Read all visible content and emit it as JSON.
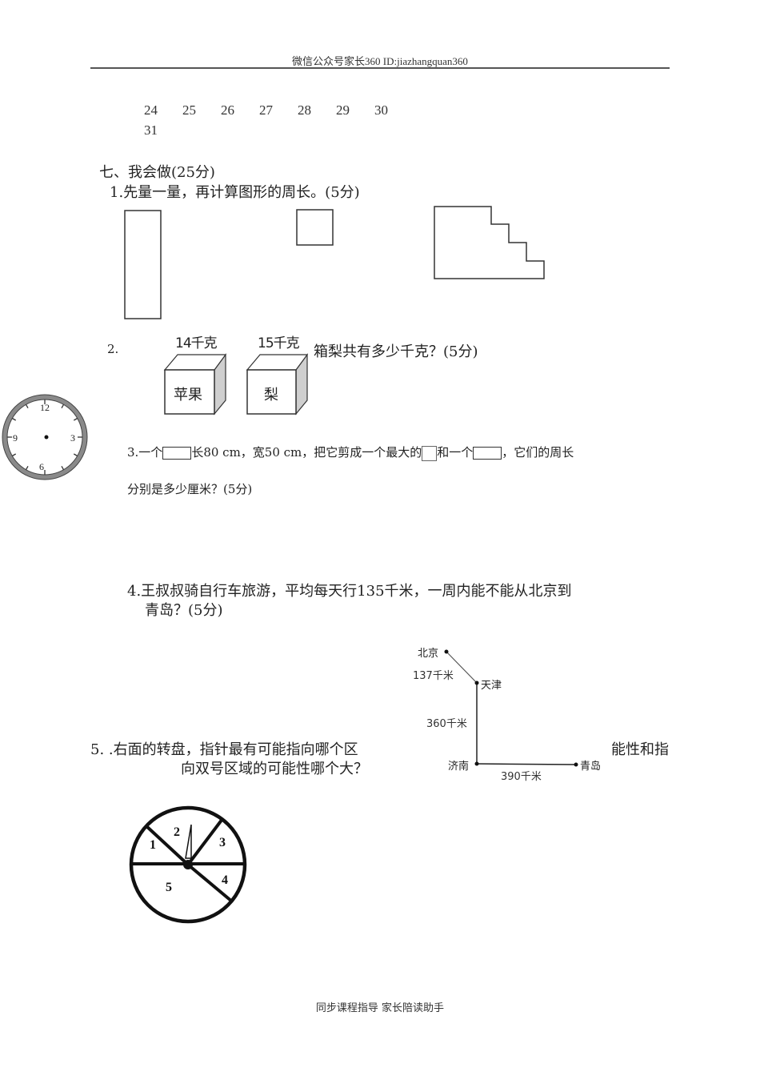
{
  "header": {
    "text": "微信公众号家长360 ID:jiazhangquan360"
  },
  "calendar_tail": {
    "row1": [
      "24",
      "25",
      "26",
      "27",
      "28",
      "29",
      "30"
    ],
    "row2": [
      "31"
    ]
  },
  "section": {
    "title": "七、我会做(25分)"
  },
  "q1": {
    "text": "1.先量一量，再计算图形的周长。(5分)",
    "shapes": [
      "tall-rectangle",
      "square",
      "staircase-polygon"
    ]
  },
  "q2": {
    "number": "2.",
    "boxes": [
      {
        "weight": "14千克",
        "label": "苹果"
      },
      {
        "weight": "15千克",
        "label": "梨"
      }
    ],
    "text": "箱梨共有多少千克？(5分)"
  },
  "clock": {
    "numerals": [
      "12",
      "3",
      "6",
      "9"
    ]
  },
  "q3": {
    "part1": "3.一个",
    "part2": "长80 cm，宽50 cm，把它剪成一个最大的",
    "part3": "和一个",
    "part4": "，它们的周长",
    "line2": "分别是多少厘米？(5分)"
  },
  "q4": {
    "line1": "4.王叔叔骑自行车旅游，平均每天行135千米，一周内能不能从北京到",
    "line2": "青岛？(5分)"
  },
  "map": {
    "cities": [
      "北京",
      "天津",
      "济南",
      "青岛"
    ],
    "distances": [
      "137千米",
      "360千米",
      "390千米"
    ]
  },
  "q5": {
    "line1_left": "5. .右面的转盘，指针最有可能指向哪个区",
    "line1_right": "能性和指",
    "line2": "向双号区域的可能性哪个大？"
  },
  "spinner": {
    "sectors": [
      "1",
      "2",
      "3",
      "4",
      "5"
    ]
  },
  "footer": {
    "text": "同步课程指导 家长陪读助手"
  }
}
